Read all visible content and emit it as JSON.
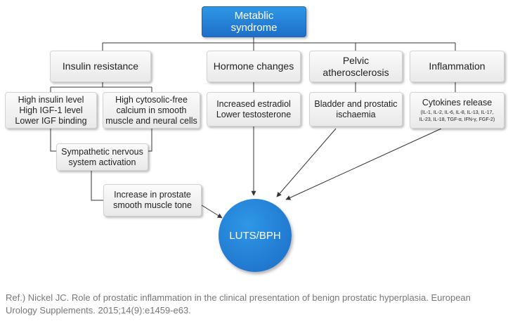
{
  "top": {
    "label": "Metablic\nsyndrome"
  },
  "categories": {
    "insulin": "Insulin resistance",
    "hormone": "Hormone changes",
    "pelvic": "Pelvic\natherosclerosis",
    "inflammation": "Inflammation"
  },
  "details": {
    "insulin_igf": "High insulin level\nHigh IGF-1 level\nLower IGF binding",
    "calcium": "High cytosolic-free\ncalcium in smooth\nmuscle and neural cells",
    "hormone": "Increased estradiol\nLower testosterone",
    "pelvic": "Bladder and prostatic\nischaemia",
    "cytokines_title": "Cytokines release",
    "cytokines_list": "(IL-1, IL-2, IL-6, IL-8, IL-13, IL-17,\nIL-23, IL-18, TGF-α, IFN-γ, FGF-2)"
  },
  "sympathetic": "Sympathetic nervous\nsystem activation",
  "prostate_tone": "Increase in prostate\nsmooth muscle tone",
  "outcome": "LUTS/BPH",
  "reference": "Ref.) Nickel JC. Role of prostatic inflammation in the clinical presentation of benign prostatic hyperplasia. European Urology Supplements. 2015;14(9):e1459-e63.",
  "colors": {
    "accent": "#1f78d1",
    "connector": "#333333",
    "reference_text": "#777777"
  }
}
